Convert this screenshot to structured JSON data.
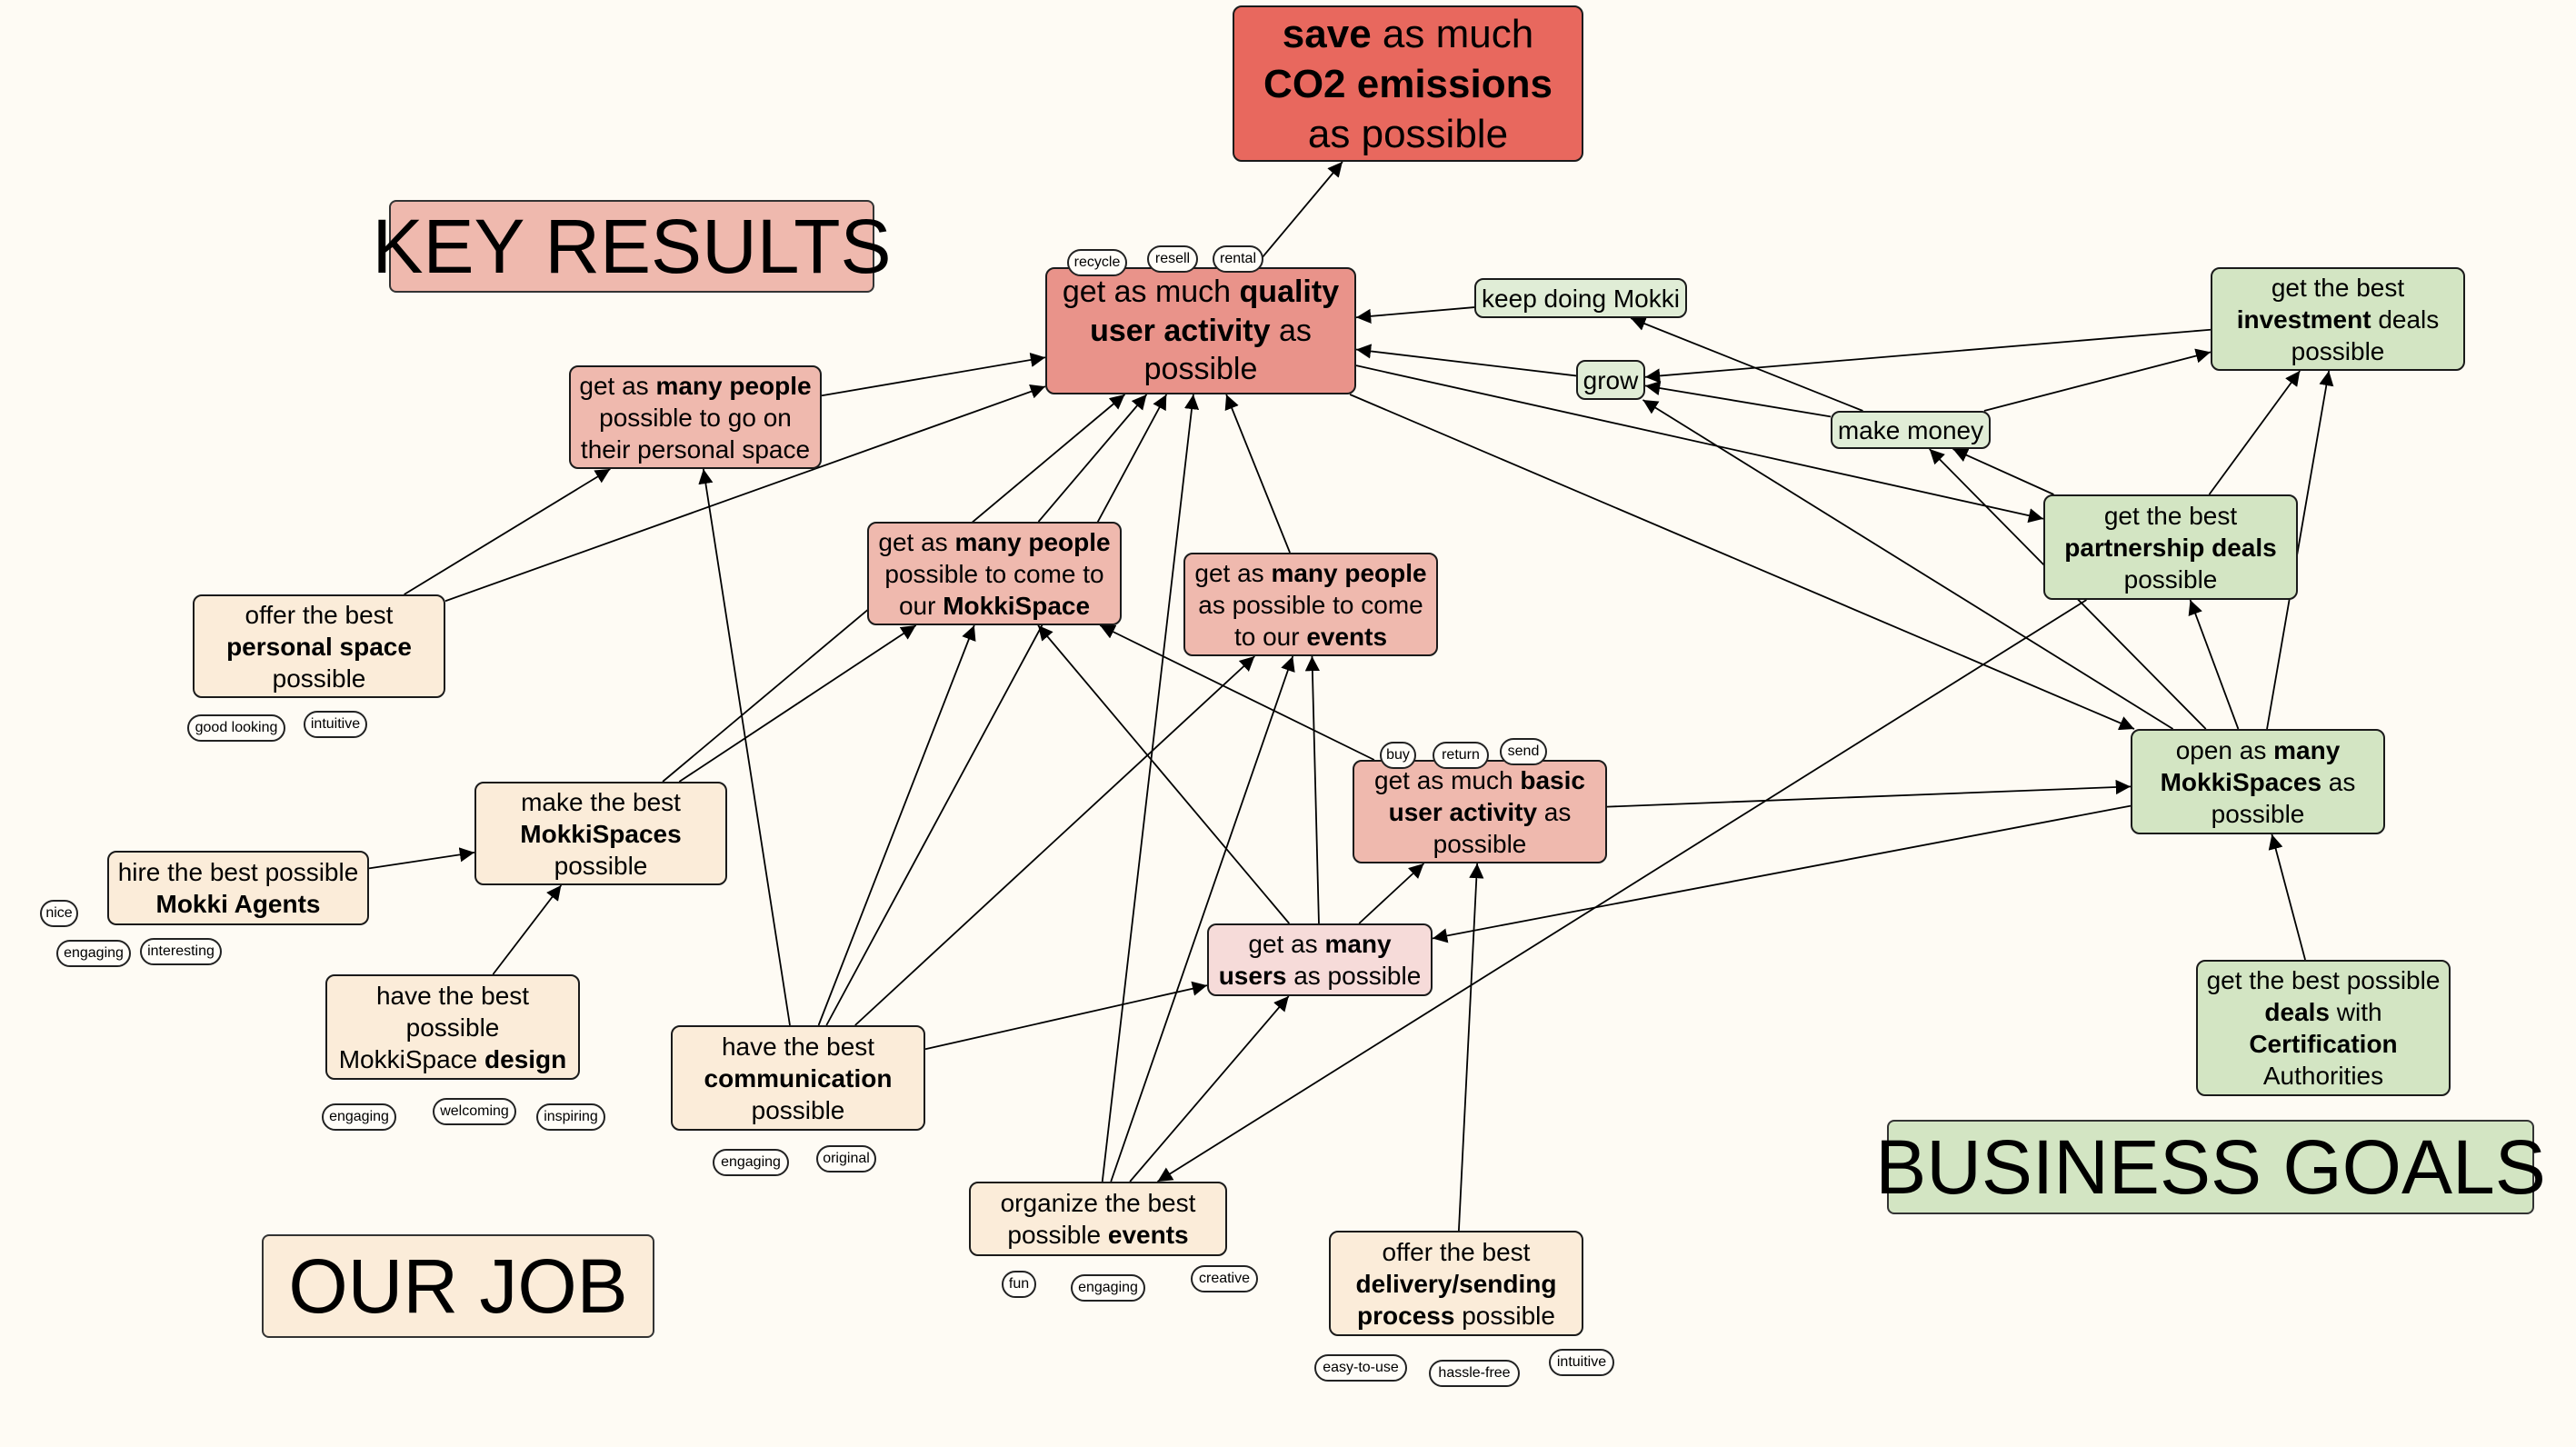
{
  "titles": {
    "key_results": "KEY RESULTS",
    "our_job": "OUR JOB",
    "business_goals": "BUSINESS GOALS"
  },
  "nodes": {
    "co2": {
      "l1b": "save",
      "l1": " as much",
      "l2b": "CO2 emissions",
      "l3": "as possible"
    },
    "quality": {
      "a": "get as much ",
      "ab": "quality",
      "bb": "user activity",
      "b": " as",
      "c": "possible"
    },
    "personal_go": {
      "a": "get as ",
      "ab": "many people",
      "b": "possible to go on",
      "c": "their personal space"
    },
    "come_space": {
      "a": "get as ",
      "ab": "many people",
      "b": "possible to come to",
      "c": "our ",
      "cb": "MokkiSpace"
    },
    "come_events": {
      "a": "get as ",
      "ab": "many people",
      "b": "as possible to come",
      "c": "to our ",
      "cb": "events"
    },
    "basic": {
      "a": "get as much ",
      "ab": "basic",
      "bb": "user activity",
      "b": " as",
      "c": "possible"
    },
    "users": {
      "a": "get as ",
      "ab": "many",
      "bb": "users",
      "b": " as possible"
    },
    "offer_personal": {
      "a": "offer the best",
      "bb": "personal space",
      "c": "possible"
    },
    "make_spaces": {
      "a": "make the best",
      "bb": "MokkiSpaces",
      "c": "possible"
    },
    "hire": {
      "a": "hire the best possible",
      "bb": "Mokki Agents"
    },
    "design": {
      "a": "have the best",
      "b": "possible",
      "c": "MokkiSpace ",
      "cb": "design"
    },
    "communication": {
      "a": "have the best",
      "bb": "communication",
      "c": "possible"
    },
    "events": {
      "a": "organize the best",
      "b": "possible ",
      "bb": "events"
    },
    "delivery": {
      "a": "offer the best",
      "bb": "delivery/sending",
      "cb": "process",
      "c": " possible"
    },
    "keep_doing": {
      "a": "keep doing Mokki"
    },
    "grow": {
      "a": "grow"
    },
    "make_money": {
      "a": "make money"
    },
    "investment": {
      "a": "get the best",
      "bb": "investment",
      "b": " deals",
      "c": "possible"
    },
    "partnership": {
      "a": "get the best",
      "bb": "partnership deals",
      "c": "possible"
    },
    "open_spaces": {
      "a": "open as ",
      "ab": "many",
      "bb": "MokkiSpaces",
      "b": " as",
      "c": "possible"
    },
    "certification": {
      "a": "get the best possible",
      "bb": "deals",
      "b": " with",
      "cb": "Certification",
      "d": "Authorities"
    }
  },
  "tags": {
    "recycle": "recycle",
    "resell": "resell",
    "rental": "rental",
    "good_looking": "good looking",
    "intuitive_ps": "intuitive",
    "nice": "nice",
    "engaging_hire": "engaging",
    "interesting": "interesting",
    "engaging_design": "engaging",
    "welcoming": "welcoming",
    "inspiring": "inspiring",
    "engaging_comm": "engaging",
    "original": "original",
    "fun": "fun",
    "engaging_events": "engaging",
    "creative": "creative",
    "easy": "easy-to-use",
    "hassle": "hassle-free",
    "intuitive_del": "intuitive",
    "buy": "buy",
    "return": "return",
    "send": "send"
  },
  "colors": {
    "background": "#fefbf4",
    "save_co2": "#e8685e",
    "key_result_main": "#e9938a",
    "key_result": "#efb9ae",
    "users": "#f6dbd9",
    "our_job": "#fbecd9",
    "business_goal": "#d3e5c3"
  },
  "edges": [
    [
      "quality",
      "co2"
    ],
    [
      "personal_go",
      "quality"
    ],
    [
      "offer_personal",
      "personal_go"
    ],
    [
      "offer_personal",
      "quality"
    ],
    [
      "come_space",
      "quality"
    ],
    [
      "come_events",
      "quality"
    ],
    [
      "keep_doing",
      "quality"
    ],
    [
      "grow",
      "quality"
    ],
    [
      "make_money",
      "grow"
    ],
    [
      "make_money",
      "keep_doing"
    ],
    [
      "make_money",
      "investment"
    ],
    [
      "investment",
      "grow"
    ],
    [
      "quality",
      "partnership"
    ],
    [
      "quality",
      "open_spaces"
    ],
    [
      "partnership",
      "make_money"
    ],
    [
      "partnership",
      "investment"
    ],
    [
      "partnership",
      "events"
    ],
    [
      "open_spaces",
      "partnership"
    ],
    [
      "open_spaces",
      "investment"
    ],
    [
      "open_spaces",
      "make_money"
    ],
    [
      "open_spaces",
      "grow"
    ],
    [
      "open_spaces",
      "users"
    ],
    [
      "certification",
      "open_spaces"
    ],
    [
      "basic",
      "open_spaces"
    ],
    [
      "basic",
      "come_space"
    ],
    [
      "users",
      "basic"
    ],
    [
      "users",
      "come_events"
    ],
    [
      "users",
      "come_space"
    ],
    [
      "make_spaces",
      "come_space"
    ],
    [
      "make_spaces",
      "quality"
    ],
    [
      "hire",
      "make_spaces"
    ],
    [
      "design",
      "make_spaces"
    ],
    [
      "communication",
      "personal_go"
    ],
    [
      "communication",
      "come_space"
    ],
    [
      "communication",
      "quality"
    ],
    [
      "communication",
      "come_events"
    ],
    [
      "communication",
      "users"
    ],
    [
      "events",
      "quality"
    ],
    [
      "events",
      "come_events"
    ],
    [
      "events",
      "users"
    ],
    [
      "delivery",
      "basic"
    ]
  ]
}
